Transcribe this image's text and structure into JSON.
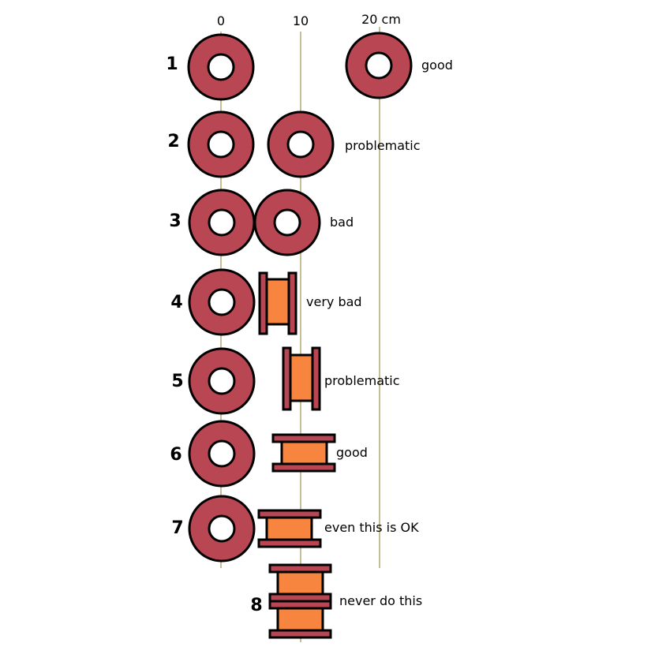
{
  "axis": {
    "labels": [
      "0",
      "10",
      "20 cm"
    ]
  },
  "colors": {
    "ring_fill": "#b84653",
    "core_fill": "#f7843f",
    "outline": "#000000",
    "guide_line": "#8c7f2e",
    "background": "#ffffff"
  },
  "icons": {
    "ring": "toroid-ring-icon",
    "side": "spool-side-view-icon"
  },
  "rows": [
    {
      "number": "1",
      "label": "good"
    },
    {
      "number": "2",
      "label": "problematic"
    },
    {
      "number": "3",
      "label": "bad"
    },
    {
      "number": "4",
      "label": "very bad"
    },
    {
      "number": "5",
      "label": "problematic"
    },
    {
      "number": "6",
      "label": "good"
    },
    {
      "number": "7",
      "label": "even this is OK"
    },
    {
      "number": "8",
      "label": "never do this"
    }
  ]
}
